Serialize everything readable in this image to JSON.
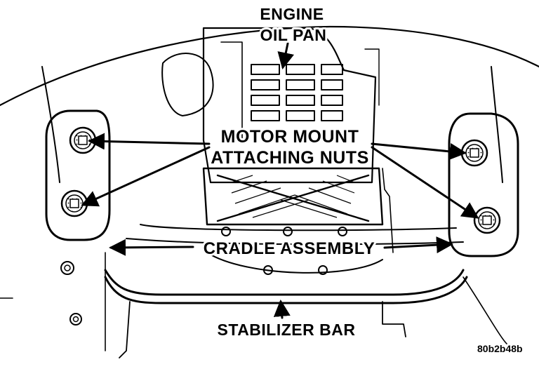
{
  "labels": {
    "engine_line1": "ENGINE",
    "engine_line2": "OIL PAN",
    "motor_mount_line1": "MOTOR MOUNT",
    "motor_mount_line2": "ATTACHING NUTS",
    "cradle": "CRADLE ASSEMBLY",
    "stabilizer": "STABILIZER BAR"
  },
  "figure_id": "80b2b48b",
  "colors": {
    "ink": "#000000",
    "paper": "#ffffff"
  }
}
